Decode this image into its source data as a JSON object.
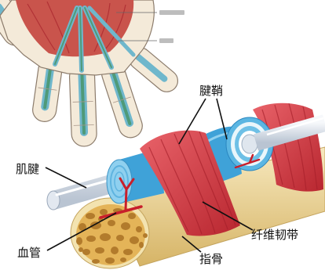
{
  "labels": {
    "tendon_sheath": "腱鞘",
    "tendon": "肌腱",
    "fibrous_ligament": "纤维韧带",
    "blood_vessel": "血管",
    "phalanx": "指骨"
  },
  "colors": {
    "ligament_red": "#d8434b",
    "sheath_blue": "#3fa2d8",
    "sheath_light": "#8fd0ef",
    "bone_yellow": "#ecd394",
    "spongy_bone": "#e4b458",
    "tendon_white": "#e2e8f0",
    "vessel_red": "#c81f2b",
    "skin": "#f4ead9",
    "palm_muscle": "#c9544c"
  }
}
